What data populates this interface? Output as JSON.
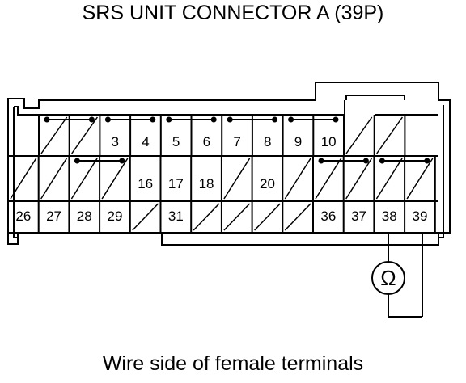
{
  "title": "SRS UNIT CONNECTOR A (39P)",
  "caption": "Wire side of female terminals",
  "meter_symbol": "Ω",
  "meter_icon": "ohmmeter-icon",
  "row1": [
    "",
    "",
    "3",
    "4",
    "5",
    "6",
    "7",
    "8",
    "9",
    "10",
    "",
    ""
  ],
  "row2": [
    "",
    "",
    "",
    "",
    "16",
    "17",
    "18",
    "",
    "20",
    "",
    "",
    "",
    "",
    ""
  ],
  "row3": [
    "26",
    "27",
    "28",
    "29",
    "",
    "31",
    "",
    "",
    "",
    "",
    "36",
    "37",
    "38",
    "39"
  ]
}
